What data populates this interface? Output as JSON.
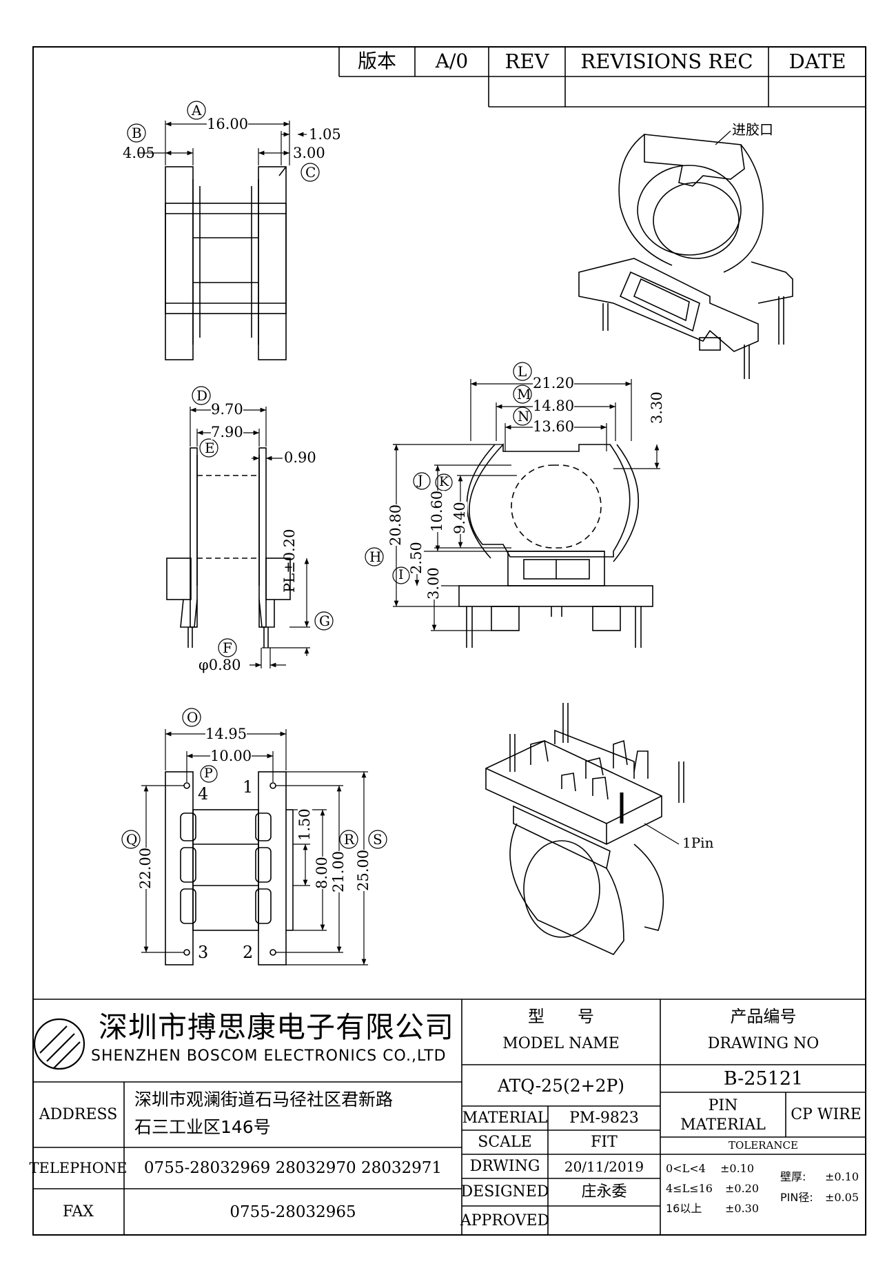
{
  "revision_block": {
    "version_label": "版本",
    "version_value": "A/0",
    "rev_label": "REV",
    "revisions_label": "REVISIONS REC",
    "date_label": "DATE"
  },
  "views": {
    "top": {
      "dims": {
        "A": "16.00",
        "B": "4.05",
        "C": "3.00",
        "c_top": "1.05"
      },
      "balloons": [
        "A",
        "B",
        "C"
      ]
    },
    "side": {
      "dims": {
        "D": "9.70",
        "E": "7.90",
        "e_right": "0.90",
        "F": "0.80",
        "F_prefix": "φ",
        "G": "PL±0.20"
      },
      "balloons": [
        "D",
        "E",
        "F",
        "G"
      ]
    },
    "front": {
      "dims": {
        "L": "21.20",
        "M": "14.80",
        "N": "13.60",
        "top_right": "3.30",
        "H": "20.80",
        "K": "10.60",
        "J": "9.40",
        "I1": "2.50",
        "I2": "3.00"
      },
      "balloons": [
        "L",
        "M",
        "N",
        "J",
        "K",
        "H",
        "I"
      ]
    },
    "bottom": {
      "dims": {
        "O": "14.95",
        "P": "10.00",
        "Q": "22.00",
        "R": "21.00",
        "S": "25.00",
        "inner1": "1.50",
        "inner2": "8.00"
      },
      "balloons": [
        "O",
        "P",
        "Q",
        "R",
        "S"
      ],
      "pins": [
        "4",
        "1",
        "3",
        "2"
      ]
    },
    "iso_top": {
      "gate_label": "进胶口"
    },
    "iso_bottom": {
      "pin_label": "1Pin"
    }
  },
  "title_block": {
    "company_cn": "深圳市搏思康电子有限公司",
    "company_en": "SHENZHEN BOSCOM ELECTRONICS CO.,LTD",
    "address_label": "ADDRESS",
    "address_line1": "深圳市观澜街道石马径社区君新路",
    "address_line2": "石三工业区146号",
    "telephone_label": "TELEPHONE",
    "telephone_value": "0755-28032969 28032970 28032971",
    "fax_label": "FAX",
    "fax_value": "0755-28032965",
    "model_name_cn": "型　　号",
    "model_name_en": "MODEL NAME",
    "model_value": "ATQ-25(2+2P)",
    "drawing_no_cn": "产品编号",
    "drawing_no_en": "DRAWING NO",
    "drawing_no_value": "B-25121",
    "material_label": "MATERIAL",
    "material_value": "PM-9823",
    "scale_label": "SCALE",
    "scale_value": "FIT",
    "drawing_label": "DRWING",
    "drawing_date": "20/11/2019",
    "designed_label": "DESIGNED",
    "designed_value": "庄永委",
    "approved_label": "APPROVED",
    "pin_material_label_1": "PIN",
    "pin_material_label_2": "MATERIAL",
    "pin_material_value": "CP WIRE",
    "tolerance_label": "TOLERANCE",
    "tol_rows": [
      {
        "range": "0<L<4",
        "value": "±0.10"
      },
      {
        "range": "4≤L≤16",
        "value": "±0.20"
      },
      {
        "range": "16以上",
        "value": "±0.30"
      }
    ],
    "wall_label": "壁厚:",
    "wall_value": "±0.10",
    "pin_dia_label": "PIN径:",
    "pin_dia_value": "±0.05"
  }
}
